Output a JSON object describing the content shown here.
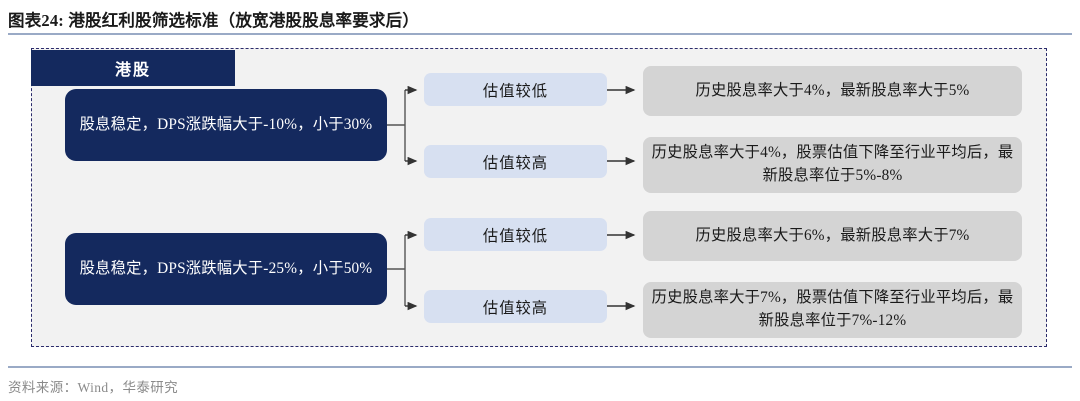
{
  "title": "图表24:  港股红利股筛选标准（放宽港股股息率要求后）",
  "section": {
    "header_label": "港股"
  },
  "flow": {
    "criteria": [
      {
        "id": "criteria-1",
        "text": "股息稳定，DPS涨跌幅大于-10%，小于30%"
      },
      {
        "id": "criteria-2",
        "text": "股息稳定，DPS涨跌幅大于-25%，小于50%"
      }
    ],
    "valuations": [
      {
        "id": "valuation-1",
        "text": "估值较低"
      },
      {
        "id": "valuation-2",
        "text": "估值较高"
      },
      {
        "id": "valuation-3",
        "text": "估值较低"
      },
      {
        "id": "valuation-4",
        "text": "估值较高"
      }
    ],
    "outcomes": [
      {
        "id": "outcome-1",
        "text": "历史股息率大于4%，最新股息率大于5%"
      },
      {
        "id": "outcome-2",
        "text": "历史股息率大于4%，股票估值下降至行业平均后，最新股息率位于5%-8%"
      },
      {
        "id": "outcome-3",
        "text": "历史股息率大于6%，最新股息率大于7%"
      },
      {
        "id": "outcome-4",
        "text": "历史股息率大于7%，股票估值下降至行业平均后，最新股息率位于7%-12%"
      }
    ]
  },
  "footer": {
    "source": "资料来源：Wind，华泰研究"
  },
  "colors": {
    "navy": "#14295e",
    "light_blue": "#d7e0f1",
    "gray": "#d4d4d4",
    "panel_bg": "#f2f2f2",
    "rule": "#9aaac6",
    "connector": "#555555"
  }
}
